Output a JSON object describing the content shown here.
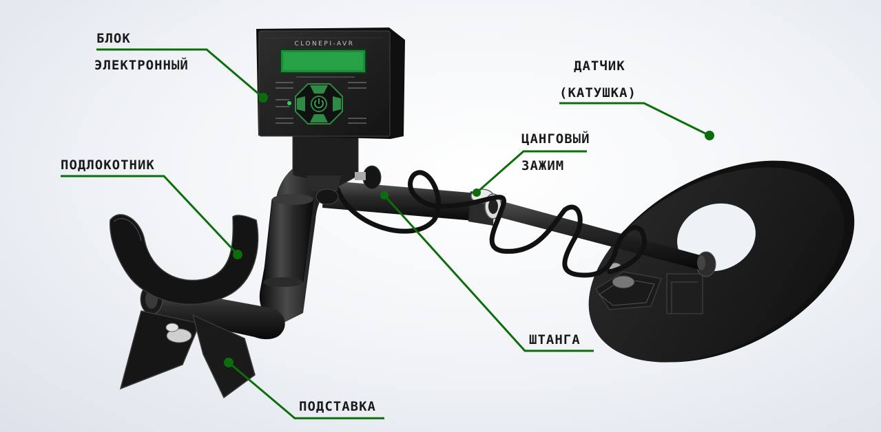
{
  "device": {
    "model": "CLONEPI-AVR"
  },
  "callouts": {
    "block_line1": "БЛОК",
    "block_line2": "ЭЛЕКТРОННЫЙ",
    "sensor_line1": "ДАТЧИК",
    "sensor_line2": "(КАТУШКА)",
    "clamp_line1": "ЦАНГОВЫЙ",
    "clamp_line2": "ЗАЖИМ",
    "armrest": "ПОДЛОКОТНИК",
    "rod": "ШТАНГА",
    "stand": "ПОДСТАВКА"
  },
  "colors": {
    "leader": "#0b6e0b",
    "dot": "#0b6e0b",
    "body": "#1c1c1c",
    "lcd": "#1f8a3a",
    "keypad": "#2f8a45"
  }
}
